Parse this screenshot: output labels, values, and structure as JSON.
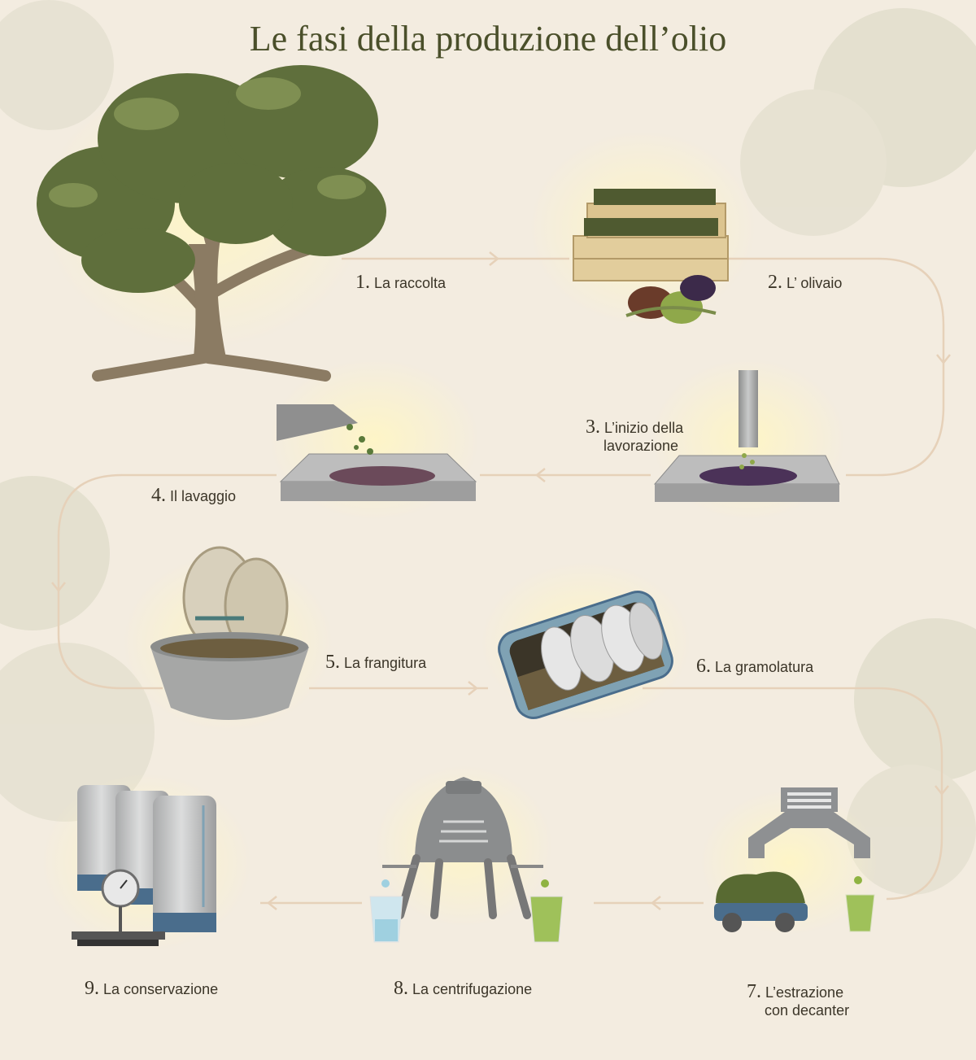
{
  "title": "Le fasi della produzione dell’olio",
  "colors": {
    "background": "#f3ece0",
    "connector": "#e6d1b9",
    "title": "#4a4f2a",
    "leaf": "#5f6f3c",
    "trunk": "#8b7b63",
    "crate": "#e2cd9c",
    "steel": "#a6a7a6",
    "steel_dark": "#6e6e6e",
    "blue_accent": "#4a6d8c",
    "oil_green": "#8fb341",
    "water_blue": "#9fd0e0",
    "olive_purple": "#4b3258"
  },
  "steps": [
    {
      "num": "1.",
      "label": "La raccolta",
      "icon": "olive-tree-icon"
    },
    {
      "num": "2.",
      "label": "L’ olivaio",
      "icon": "olive-crates-icon"
    },
    {
      "num": "3.",
      "label": "L’inizio della lavorazione",
      "line1": "L’inizio della",
      "line2": "lavorazione",
      "icon": "hopper-tray-icon"
    },
    {
      "num": "4.",
      "label": "Il lavaggio",
      "icon": "washing-tray-icon"
    },
    {
      "num": "5.",
      "label": "La frangitura",
      "icon": "millstone-icon"
    },
    {
      "num": "6.",
      "label": "La gramolatura",
      "icon": "malaxer-icon"
    },
    {
      "num": "7.",
      "label": "L’estrazione con decanter",
      "line1": "L’estrazione",
      "line2": "con decanter",
      "icon": "decanter-icon"
    },
    {
      "num": "8.",
      "label": "La centrifugazione",
      "icon": "centrifuge-icon"
    },
    {
      "num": "9.",
      "label": "La conservazione",
      "icon": "storage-tanks-icon"
    }
  ]
}
